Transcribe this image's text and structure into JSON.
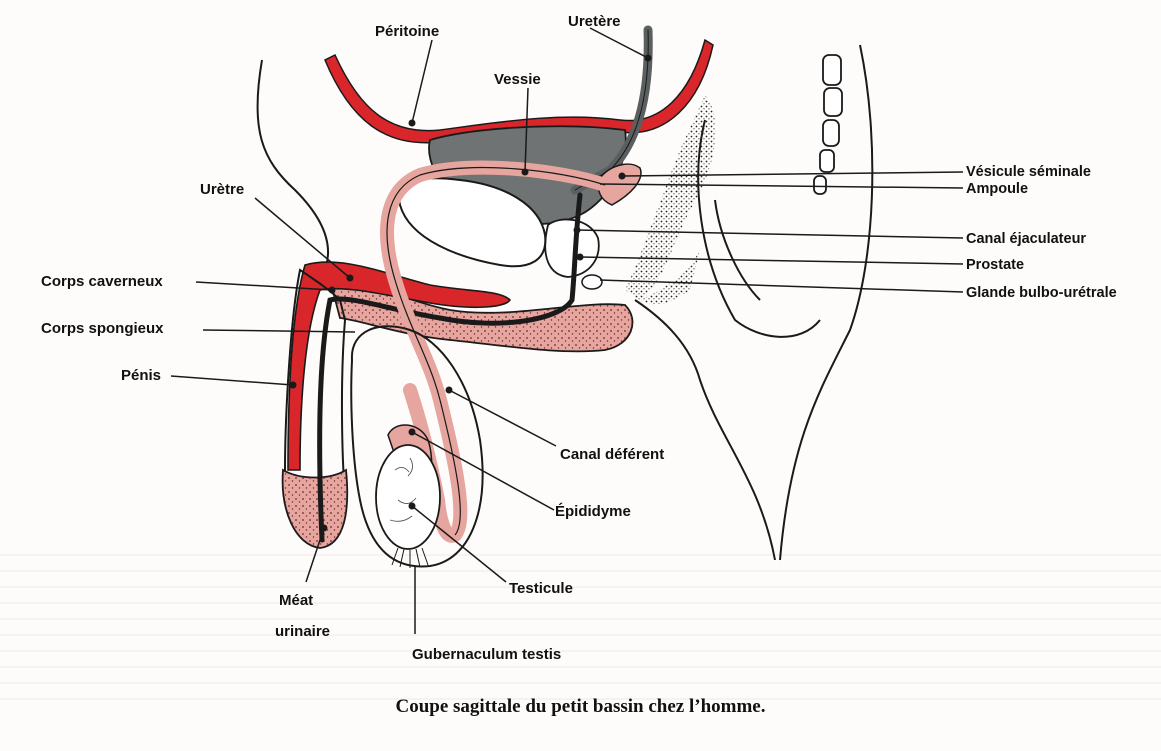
{
  "labels": {
    "peritoine": "Péritoine",
    "uretere": "Uretère",
    "vessie": "Vessie",
    "vesicule": "Vésicule séminale",
    "ampoule": "Ampoule",
    "canal_ejac": "Canal éjaculateur",
    "prostate": "Prostate",
    "glande": "Glande bulbo-urétrale",
    "uretre": "Urètre",
    "corps_cav": "Corps caverneux",
    "corps_spong": "Corps spongieux",
    "penis": "Pénis",
    "canal_def": "Canal déférent",
    "epididyme": "Épididyme",
    "testicule": "Testicule",
    "meat_1": "Méat",
    "meat_2": "urinaire",
    "gubernaculum": "Gubernaculum testis"
  },
  "caption": "Coupe sagittale du petit bassin chez l’homme.",
  "colors": {
    "red": "#d8262b",
    "pink": "#e6a59e",
    "pink_light": "#f1c6c0",
    "gray": "#6f7373",
    "outline": "#1a1a1a"
  }
}
